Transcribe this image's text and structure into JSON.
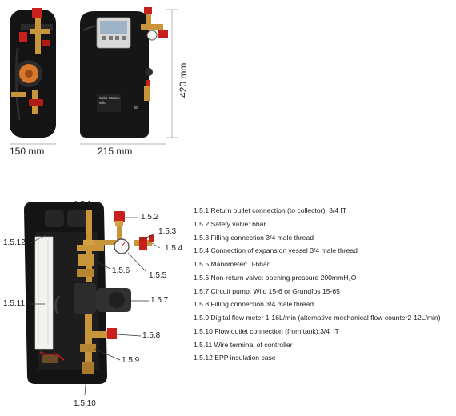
{
  "dimensions": {
    "height": "420 mm",
    "depth": "150 mm",
    "width": "215 mm"
  },
  "front_panel": {
    "label_line1": "Solar Station",
    "label_line2": "Wilo",
    "label_line3": "IE"
  },
  "callouts": [
    "1.5.1",
    "1.5.2",
    "1.5.3",
    "1.5.4",
    "1.5.5",
    "1.5.6",
    "1.5.7",
    "1.5.8",
    "1.5.9",
    "1.5.10",
    "1.5.11",
    "1.5.12"
  ],
  "legend": [
    "1.5.1 Return outlet connection (to collector): 3/4 IT",
    "1.5.2 Safety valve: 6bar",
    "1.5.3 Filling connection 3/4 male thread",
    "1.5.4 Connection of expansion vessel 3/4 male thread",
    "1.5.5 Manometer: 0-6bar",
    "1.5.6 Non-return valve: opening pressure 200mmH₂O",
    "1.5.7 Circuit pump: Wilo 15-6 or Grundfos 15-65",
    "1.5.8 Filling connection 3/4 male thread",
    "1.5.9 Digital flow meter 1-16L/min (alternative mechanical flow counter2-12L/min)",
    "1.5.10 Flow outlet connection (from tank):3/4' IT",
    "1.5.11 Wire terminal of controller",
    "1.5.12 EPP insulation case"
  ],
  "colors": {
    "body_black": "#151515",
    "brass": "#c8953a",
    "valve_red": "#c8201c",
    "pump_orange": "#d9772a",
    "insulation_white": "#f2f2ee"
  }
}
